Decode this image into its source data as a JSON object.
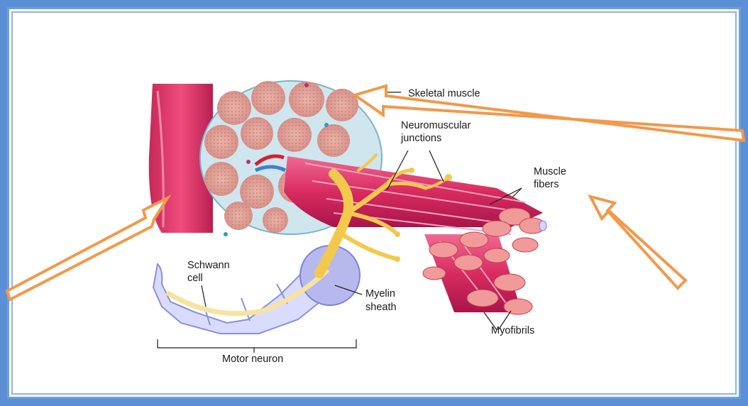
{
  "labels": {
    "skeletal_muscle": "Skeletal muscle",
    "neuromuscular_line1": "Neuromuscular",
    "neuromuscular_line2": "junctions",
    "muscle_fibers_line1": "Muscle",
    "muscle_fibers_line2": "fibers",
    "schwann_line1": "Schwann",
    "schwann_line2": "cell",
    "myelin_line1": "Myelin",
    "myelin_line2": "sheath",
    "myofibrils": "Myofibrils",
    "motor_neuron": "Motor neuron"
  },
  "colors": {
    "border": "#5b8fd6",
    "muscle": "#e23a6a",
    "muscle_dark": "#b51e4e",
    "fascicle": "#e7a8a0",
    "connective": "#cfe6ee",
    "nerve": "#f2c94c",
    "myelin": "#b7b9ee",
    "arrow": "#f2994a"
  }
}
